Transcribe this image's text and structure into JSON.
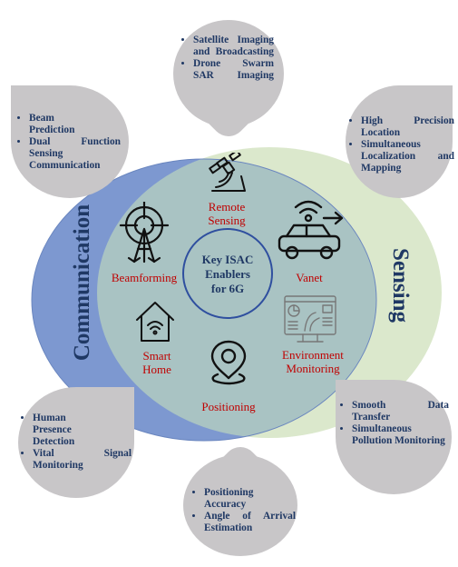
{
  "center": {
    "line1": "Key ISAC",
    "line2": "Enablers",
    "line3": "for 6G"
  },
  "sides": {
    "left": "Communication",
    "right": "Sensing"
  },
  "enablers": {
    "remote_sensing": {
      "line1": "Remote",
      "line2": "Sensing"
    },
    "beamforming": {
      "line1": "Beamforming"
    },
    "vanet": {
      "line1": "Vanet"
    },
    "smart_home": {
      "line1": "Smart",
      "line2": "Home"
    },
    "environment_monitoring": {
      "line1": "Environment",
      "line2": "Monitoring"
    },
    "positioning": {
      "line1": "Positioning"
    }
  },
  "bubbles": {
    "top": [
      "Satellite Imaging and Broadcasting",
      "Drone Swarm SAR Imaging"
    ],
    "top_left": [
      "Beam Prediction",
      "Dual Function Sensing Communication"
    ],
    "top_right": [
      "High Precision Location",
      "Simultaneous Localization and Mapping"
    ],
    "bottom_left": [
      "Human Presence Detection",
      "Vital Signal Monitoring"
    ],
    "bottom": [
      "Positioning Accuracy",
      "Angle of Arrival Estimation"
    ],
    "bottom_right": [
      "Smooth Data Transfer",
      "Simultaneous Pollution Monitoring"
    ]
  },
  "colors": {
    "communication": "#7895cf",
    "sensing": "#dbe8cc",
    "overlap": "#a9c3c3",
    "bubble": "#c8c6c8",
    "text_navy": "#1f3864",
    "text_red": "#c00000"
  }
}
